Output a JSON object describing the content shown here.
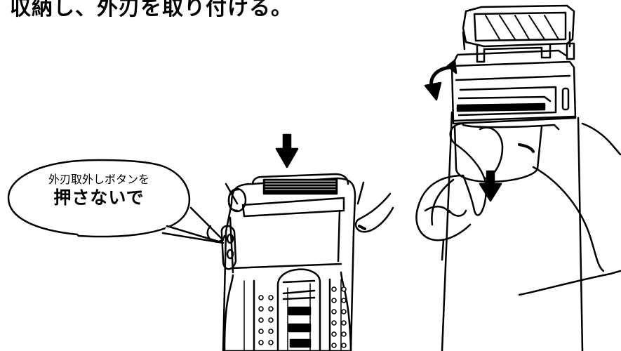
{
  "headline": "収納し、外刃を取り付ける。",
  "callout": {
    "line1": "外刃取外しボタンを",
    "line2": "押さないで"
  },
  "icons": {
    "down_arrow_top": "down-arrow",
    "down_arrow_right": "down-arrow",
    "rotate_arrow": "curved-rotate-arrow"
  }
}
